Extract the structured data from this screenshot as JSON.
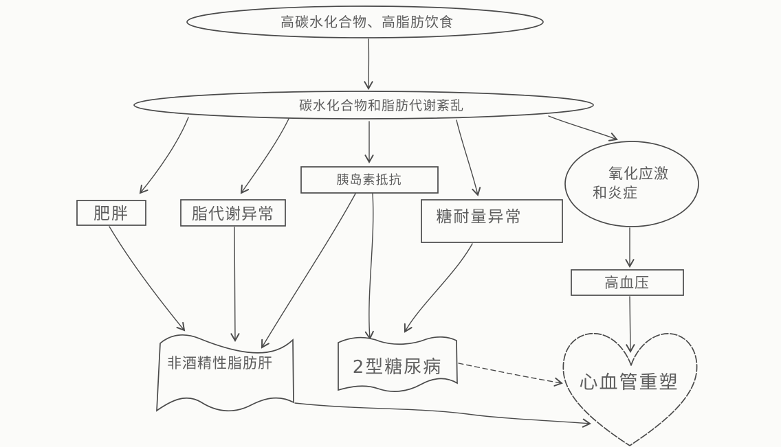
{
  "diagram": {
    "description": "Hand-drawn medical flowchart: pathway from high-carbohydrate high-fat diet to cardiovascular remodeling",
    "colors": {
      "background": "#fbfbf9",
      "stroke": "#4a4a4a",
      "text": "#5d5d5d"
    },
    "nodes": {
      "diet": {
        "shape": "ellipse",
        "label": "高碳水化合物、高脂肪饮食"
      },
      "metabolic_disorder": {
        "shape": "ellipse",
        "label": "碳水化合物和脂肪代谢紊乱"
      },
      "obesity": {
        "shape": "rect",
        "label": "肥胖"
      },
      "dyslipidemia": {
        "shape": "rect",
        "label": "脂代谢异常"
      },
      "insulin_resistance": {
        "shape": "rect",
        "label": "胰岛素抵抗"
      },
      "impaired_glucose_tolerance": {
        "shape": "rect",
        "label": "糖耐量异常"
      },
      "oxidative_stress": {
        "shape": "ellipse",
        "label_line1": "氧化应激",
        "label_line2": "和炎症"
      },
      "hypertension": {
        "shape": "rect",
        "label": "高血压"
      },
      "nafld": {
        "shape": "wavy-banner",
        "label": "非酒精性脂肪肝"
      },
      "t2dm": {
        "shape": "wavy-banner",
        "label": "2型糖尿病"
      },
      "cardiac_remodeling": {
        "shape": "heart",
        "label": "心血管重塑"
      }
    },
    "edges": [
      {
        "from": "diet",
        "to": "metabolic_disorder"
      },
      {
        "from": "metabolic_disorder",
        "to": "obesity"
      },
      {
        "from": "metabolic_disorder",
        "to": "dyslipidemia"
      },
      {
        "from": "metabolic_disorder",
        "to": "insulin_resistance"
      },
      {
        "from": "metabolic_disorder",
        "to": "impaired_glucose_tolerance"
      },
      {
        "from": "metabolic_disorder",
        "to": "oxidative_stress"
      },
      {
        "from": "obesity",
        "to": "nafld"
      },
      {
        "from": "dyslipidemia",
        "to": "nafld"
      },
      {
        "from": "insulin_resistance",
        "to": "nafld"
      },
      {
        "from": "insulin_resistance",
        "to": "t2dm"
      },
      {
        "from": "impaired_glucose_tolerance",
        "to": "t2dm"
      },
      {
        "from": "oxidative_stress",
        "to": "hypertension"
      },
      {
        "from": "hypertension",
        "to": "cardiac_remodeling"
      },
      {
        "from": "t2dm",
        "to": "cardiac_remodeling"
      },
      {
        "from": "nafld",
        "to": "cardiac_remodeling"
      }
    ]
  }
}
